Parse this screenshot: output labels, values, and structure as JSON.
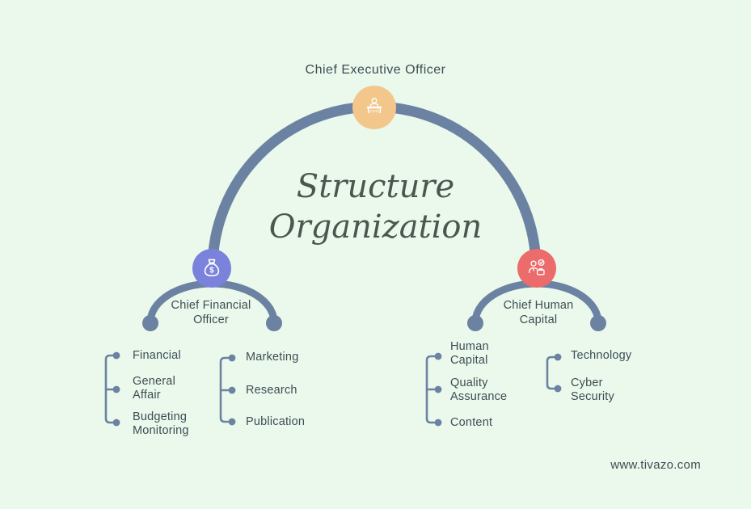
{
  "page_title": "Chief Executive Officer",
  "center_title": {
    "line1": "Structure",
    "line2": "Organization"
  },
  "colors": {
    "background": "#EAF9EB",
    "connector": "#6C82A3",
    "ceo_circle": "#F3C78C",
    "financial_circle": "#7B82DB",
    "human_circle": "#EC6B6B",
    "body_text": "#3D4D55",
    "script_text": "#4B564F",
    "icon_stroke": "#FFFFFF"
  },
  "icons": {
    "ceo": "ceo-desk-icon",
    "financial": "money-bag-icon",
    "human": "hr-person-check-icon"
  },
  "branches": {
    "financial": {
      "title": "Chief Financial Officer",
      "groups": [
        {
          "items": [
            "Financial",
            "General Affair",
            "Budgeting Monitoring"
          ]
        },
        {
          "items": [
            "Marketing",
            "Research",
            "Publication"
          ]
        }
      ]
    },
    "human": {
      "title": "Chief Human Capital",
      "groups": [
        {
          "items": [
            "Human Capital",
            "Quality Assurance",
            "Content"
          ]
        },
        {
          "items": [
            "Technology",
            "Cyber Security"
          ]
        }
      ]
    }
  },
  "footer": {
    "website": "www.tivazo.com"
  }
}
